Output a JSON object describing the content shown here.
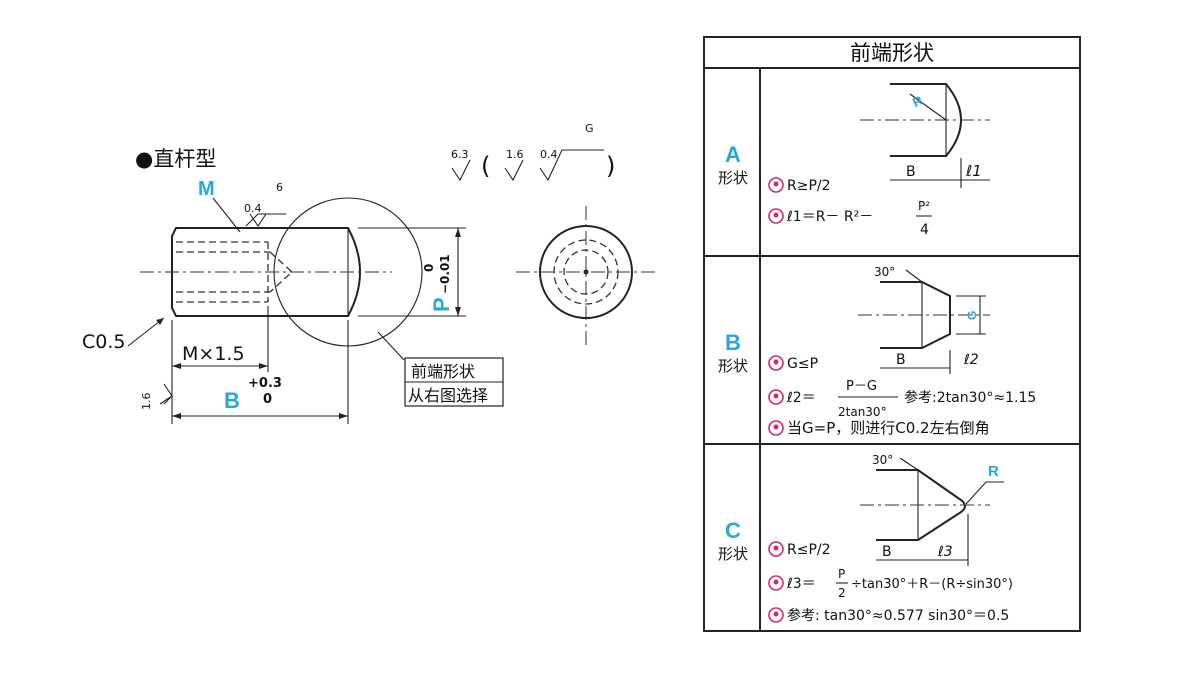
{
  "left": {
    "title": "●直杆型",
    "m_label": "M",
    "rough_04": "0.4",
    "rough_6": "6",
    "chamfer": "C0.5",
    "thread_dim": "M×1.5",
    "b_label": "B",
    "b_tol_upper": "+0.3",
    "b_tol_lower": "0",
    "rough_16": "1.6",
    "p_label": "P",
    "p_tol_upper": "0",
    "p_tol_lower": "−0.01",
    "tip_note_1": "前端形状",
    "tip_note_2": "从右图选择"
  },
  "surface": {
    "s1": "6.3",
    "s2": "1.6",
    "s3": "0.4",
    "g": "G"
  },
  "table": {
    "header": "前端形状",
    "rows": [
      {
        "letter": "A",
        "shape_label": "形状",
        "fig_labels": {
          "r": "R",
          "b": "B",
          "l": "ℓ1"
        },
        "formulas": [
          "R≥P/2",
          "ℓ1＝R－ R²－",
          "P²",
          "4"
        ]
      },
      {
        "letter": "B",
        "shape_label": "形状",
        "fig_labels": {
          "angle": "30°",
          "g": "G",
          "b": "B",
          "l": "ℓ2"
        },
        "formulas": [
          "G≤P",
          "ℓ2＝",
          "P－G",
          "2tan30°",
          "参考:2tan30°≈1.15",
          "当G=P，则进行C0.2左右倒角"
        ]
      },
      {
        "letter": "C",
        "shape_label": "形状",
        "fig_labels": {
          "angle": "30°",
          "r": "R",
          "b": "B",
          "l": "ℓ3"
        },
        "formulas": [
          "R≤P/2",
          "ℓ3＝",
          "P",
          "2",
          "÷tan30°＋R－(R÷sin30°)",
          "参考: tan30°≈0.577  sin30°＝0.5"
        ]
      }
    ]
  }
}
